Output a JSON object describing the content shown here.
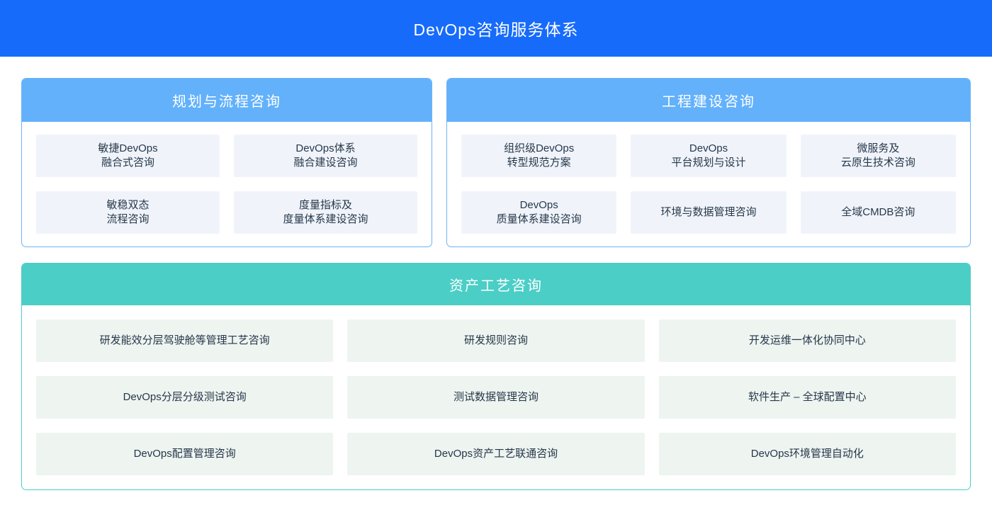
{
  "banner": {
    "title": "DevOps咨询服务体系"
  },
  "colors": {
    "banner_bg": "#176bfb",
    "panel_header_blue": "#63b1fb",
    "panel_border_blue": "#6cb3f7",
    "cell_bg_blue": "#f0f4fa",
    "panel_header_teal": "#4bcec6",
    "panel_border_teal": "#4bcec6",
    "cell_bg_teal": "#eef4f0",
    "text_dark": "#26374a",
    "text_light": "#ffffff"
  },
  "panels": [
    {
      "title": "规划与流程咨询",
      "items": [
        {
          "line1": "敏捷DevOps",
          "line2": "融合式咨询"
        },
        {
          "line1": "DevOps体系",
          "line2": "融合建设咨询"
        },
        {
          "line1": "敏稳双态",
          "line2": "流程咨询"
        },
        {
          "line1": "度量指标及",
          "line2": "度量体系建设咨询"
        }
      ]
    },
    {
      "title": "工程建设咨询",
      "items": [
        {
          "line1": "组织级DevOps",
          "line2": "转型规范方案"
        },
        {
          "line1": "DevOps",
          "line2": "平台规划与设计"
        },
        {
          "line1": "微服务及",
          "line2": "云原生技术咨询"
        },
        {
          "line1": "DevOps",
          "line2": "质量体系建设咨询"
        },
        {
          "line1": "环境与数据管理咨询"
        },
        {
          "line1": "全域CMDB咨询"
        }
      ]
    },
    {
      "title": "资产工艺咨询",
      "items": [
        {
          "line1": "研发能效分层驾驶舱等管理工艺咨询"
        },
        {
          "line1": "研发规则咨询"
        },
        {
          "line1": "开发运维一体化协同中心"
        },
        {
          "line1": "DevOps分层分级测试咨询"
        },
        {
          "line1": "测试数据管理咨询"
        },
        {
          "line1": "软件生产 – 全球配置中心"
        },
        {
          "line1": "DevOps配置管理咨询"
        },
        {
          "line1": "DevOps资产工艺联通咨询"
        },
        {
          "line1": "DevOps环境管理自动化"
        }
      ]
    }
  ]
}
